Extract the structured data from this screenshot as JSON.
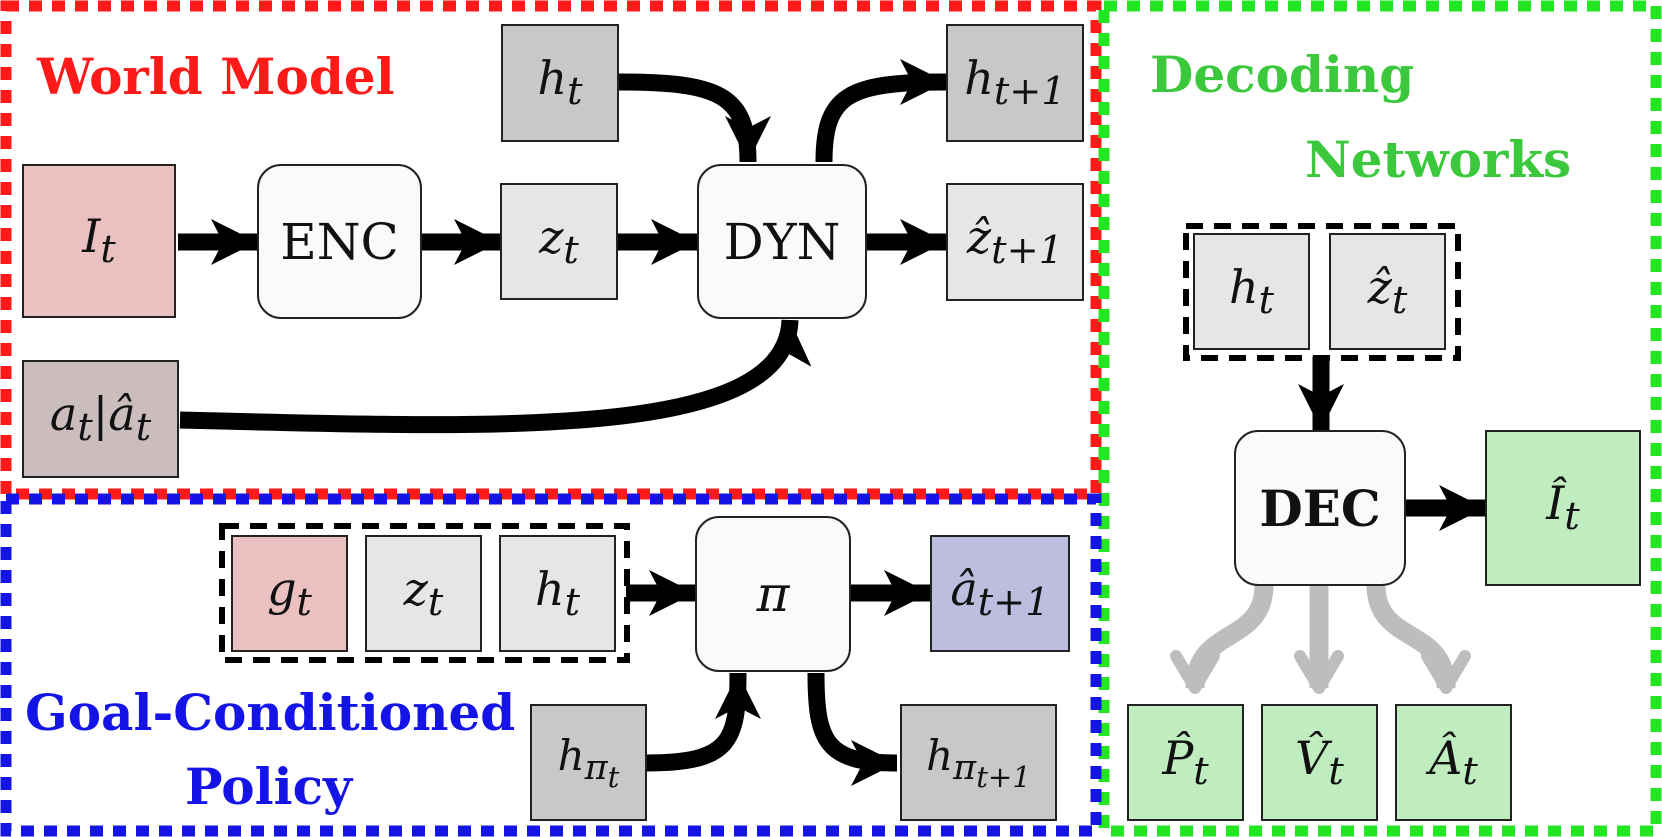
{
  "sections": {
    "world_model": {
      "line1": "World",
      "line2": "Model"
    },
    "decoding": {
      "line1": "Decoding",
      "line2": "Networks"
    },
    "policy": {
      "line1": "Goal-Conditioned",
      "line2": "Policy"
    }
  },
  "nodes": {
    "I_t": "I",
    "I_t_sub": "t",
    "enc": "ENC",
    "z_t": "z",
    "z_t_sub": "t",
    "dyn": "DYN",
    "h_t_top": "h",
    "h_t_top_sub": "t",
    "h_t1": "h",
    "h_t1_sub": "t+1",
    "zhat_t1": "ẑ",
    "zhat_t1_sub": "t+1",
    "a_t": "a",
    "a_t_sub": "t",
    "a_t_sep": "|",
    "ahat_t": "â",
    "ahat_t_sub": "t",
    "dec_h": "h",
    "dec_h_sub": "t",
    "dec_zhat": "ẑ",
    "dec_zhat_sub": "t",
    "dec": "DEC",
    "Ihat_t": "Î",
    "Ihat_t_sub": "t",
    "Phat_t": "P̂",
    "Phat_t_sub": "t",
    "Vhat_t": "V̂",
    "Vhat_t_sub": "t",
    "Ahat_t": "Â",
    "Ahat_t_sub": "t",
    "g_t": "g",
    "g_t_sub": "t",
    "pol_z": "z",
    "pol_z_sub": "t",
    "pol_h": "h",
    "pol_h_sub": "t",
    "pi": "π",
    "ahat_t1": "â",
    "ahat_t1_sub": "t+1",
    "h_pi": "h",
    "h_pi_sub": "π",
    "h_pi_subsub": "t",
    "h_pi1": "h",
    "h_pi1_sub": "π",
    "h_pi1_subsub": "t+1"
  },
  "colors": {
    "world_model_border": "#ff1a1a",
    "decoding_border": "#22e622",
    "policy_border": "#1414e6",
    "observation_fill": "#ebc0c0",
    "action_fill": "#cbbdbd",
    "latent_fill": "#e6e6e6",
    "hidden_fill": "#c8c8c8",
    "decoded_fill": "#c0edc0",
    "predicted_action_fill": "#bdbedf",
    "module_fill": "#fafafa",
    "arrow": "#000000",
    "decode_arrow": "#bdbdbd"
  }
}
